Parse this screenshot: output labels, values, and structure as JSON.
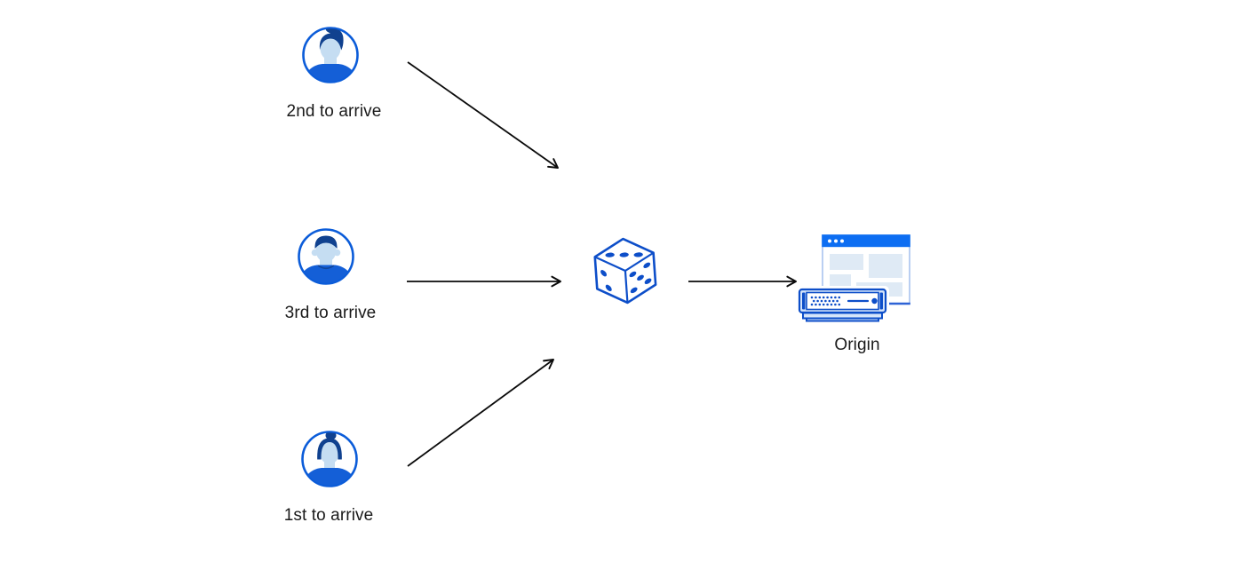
{
  "labels": {
    "visitor_top": "2nd to arrive",
    "visitor_middle": "3rd to arrive",
    "visitor_bottom": "1st to arrive",
    "origin": "Origin"
  },
  "icons": {
    "visitor_top": "male-avatar-icon",
    "visitor_middle": "male-avatar-icon",
    "visitor_bottom": "female-avatar-icon",
    "center": "dice-icon",
    "origin": "browser-window-and-server-icon"
  },
  "connections": [
    {
      "from": "visitor_top",
      "to": "dice"
    },
    {
      "from": "visitor_middle",
      "to": "dice"
    },
    {
      "from": "visitor_bottom",
      "to": "dice"
    },
    {
      "from": "dice",
      "to": "origin"
    }
  ],
  "colors": {
    "background": "#ffffff",
    "arrow": "#0a0a0a",
    "label_text": "#1a1a1a",
    "avatar_ring": "#0b5cd9",
    "avatar_hair": "#10418f",
    "avatar_skin": "#c5ddf2",
    "avatar_shirt": "#145fd7",
    "icon_line_blue": "#0d4ec9",
    "icon_fill_light": "#d6e5fa",
    "window_header_blue": "#0d6ef2",
    "window_border": "#a9c3ee",
    "window_border_bottom": "#2e63d6",
    "window_block_fill": "#dfeaf5"
  }
}
